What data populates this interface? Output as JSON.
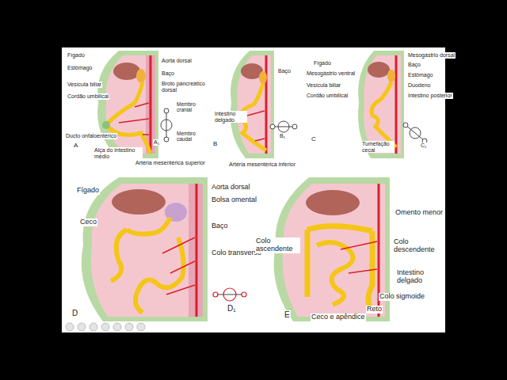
{
  "diagram": {
    "labels": [
      "Fígado",
      "Estômago",
      "Vesícula biliar",
      "Cordão umbilical",
      "Ducto onfaloentérico",
      "A",
      "Alça do intestino médio",
      "Aorta dorsal",
      "Baço",
      "Broto pancreático dorsal",
      "Membro cranial",
      "A₁",
      "Membro caudal",
      "Artéria mesentérica superior",
      "Baço",
      "Intestino delgado",
      "B",
      "Artéria mesentérica inferior",
      "B₁",
      "Fígado",
      "Mesogástrio ventral",
      "Vesícula biliar",
      "Cordão umbilical",
      "C",
      "Mesogástrio dorsal",
      "Baço",
      "Estômago",
      "Duodeno",
      "Intestino posterior",
      "Tumefação cecal",
      "C₁",
      "Fígado",
      "Ceco",
      "D",
      "Aorta dorsal",
      "Bolsa omental",
      "Baço",
      "Colo transverso",
      "D₁",
      "Omento menor",
      "Colo ascendente",
      "Colo descendente",
      "Intestino delgado",
      "Colo sigmoide",
      "Reto",
      "Ceco e apêndice",
      "E"
    ]
  }
}
